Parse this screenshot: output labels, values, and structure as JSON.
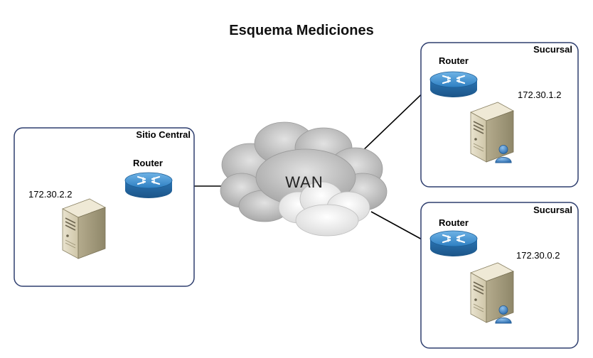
{
  "title": "Esquema Mediciones",
  "wan": {
    "label": "WAN"
  },
  "sites": [
    {
      "name": "Sitio Central",
      "device": "Router",
      "ip": "172.30.2.2"
    },
    {
      "name": "Sucursal",
      "device": "Router",
      "ip": "172.30.1.2"
    },
    {
      "name": "Sucursal",
      "device": "Router",
      "ip": "172.30.0.2"
    }
  ],
  "colors": {
    "box_border": "#2f3f6f",
    "router_blue": "#2f84c8",
    "cloud_gray": "#b8b8b8",
    "cloud_white": "#f2f2f2"
  },
  "icons": {
    "router": "router-icon",
    "server": "server-icon",
    "user": "user-icon",
    "cloud": "cloud-icon"
  }
}
